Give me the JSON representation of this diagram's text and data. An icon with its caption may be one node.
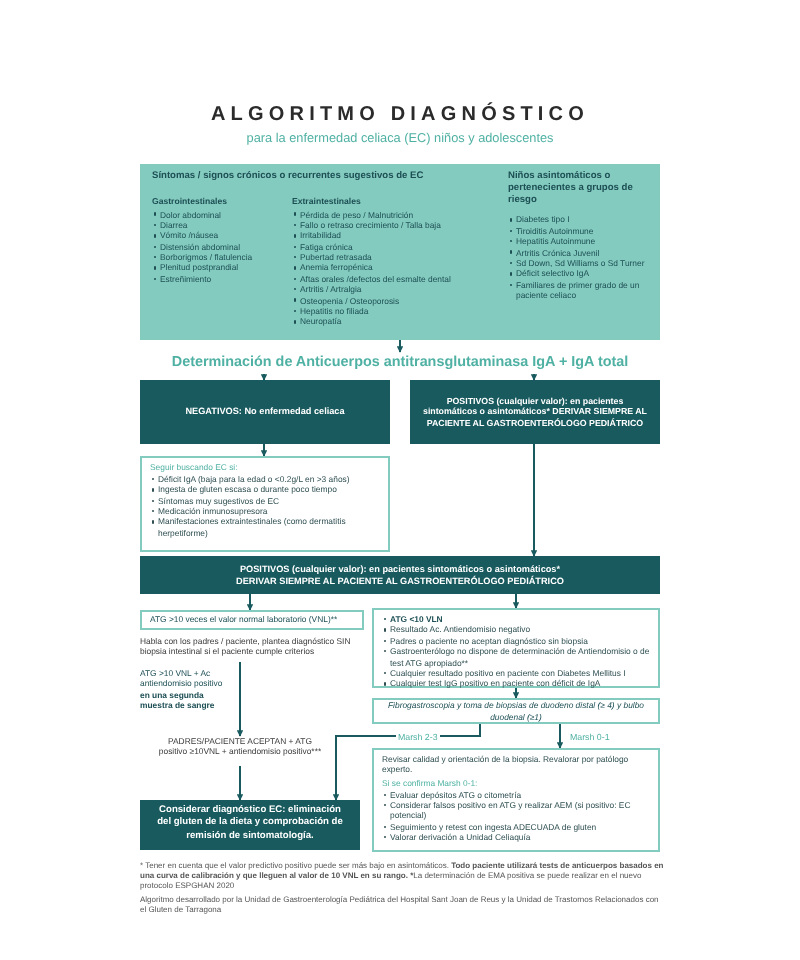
{
  "diagram": {
    "title": "ALGORITMO DIAGNÓSTICO",
    "caption": "para la enfermedad celiaca (EC) niños y adolescentes",
    "nodes": [
      {
        "text": [
          "Síntomas / signos crónicos o recurrentes sugestivos de EC",
          "Gastrointestinales",
          "Dolor abdominal",
          "Diarrea",
          "Vómito /náusea",
          "Distensión abdominal",
          "Borborigmos / flatulencia",
          "Plenitud postprandial",
          "Estreñimiento",
          "Extraintestinales",
          "Pérdida de peso / Malnutrición",
          "Fallo o retraso crecimiento / Talla baja",
          "Irritabilidad",
          "Fatiga crónica",
          "Pubertad retrasada",
          "Anemia ferropénica",
          "Aftas orales /defectos del esmalte dental",
          "Artritis / Artralgia",
          "Osteopenia / Osteoporosis",
          "Hepatitis no filiada",
          "Neuropatía",
          "Niños asintomáticos o pertenecientes a grupos de riesgo",
          "Diabetes tipo I",
          "Tiroiditis Autoinmune",
          "Hepatitis Autoinmune",
          "Artritis Crónica Juvenil",
          "Sd Down, Sd Williams o Sd Turner",
          "Déficit selectivo IgA",
          "Familiares de primer grado de un paciente celiaco"
        ]
      },
      {
        "text": [
          "Determinación de Anticuerpos antitransglutaminasa IgA + IgA total"
        ]
      },
      {
        "text": [
          "NEGATIVOS: No enfermedad celiaca"
        ]
      },
      {
        "text": [
          "POSITIVOS (cualquier valor): en pacientes sintomáticos o asintomáticos* DERIVAR SIEMPRE AL PACIENTE AL GASTROENTERÓLOGO PEDIÁTRICO"
        ]
      },
      {
        "text": [
          "Seguir buscando EC si:",
          "Déficit IgA (baja para la edad o <0.2g/L en >3 años)",
          "Ingesta de gluten escasa o durante poco tiempo",
          "Síntomas muy sugestivos de EC",
          "Medicación inmunosupresora",
          "Manifestaciones extraintestinales (como dermatitis herpetiforme)"
        ]
      },
      {
        "text": [
          "POSITIVOS (cualquier valor): en pacientes sintomáticos o asintomáticos*",
          "DERIVAR SIEMPRE AL PACIENTE AL GASTROENTERÓLOGO PEDIÁTRICO"
        ]
      },
      {
        "text": [
          "ATG >10 veces el valor normal laboratorio (VNL)**"
        ]
      },
      {
        "text": [
          "Habla con los padres / paciente, plantea diagnóstico SIN biopsia intestinal si el paciente cumple criterios"
        ]
      },
      {
        "text": [
          "PADRES/PACIENTE ACEPTAN + ATG positivo ≥10VNL + antiendomisio positivo***"
        ]
      },
      {
        "text": [
          "Considerar diagnóstico EC: eliminación del gluten de la dieta y comprobación de remisión de sintomatología."
        ]
      },
      {
        "text": [
          "ATG <10 VLN",
          "Resultado Ac. Antiendomisio negativo",
          "Padres o paciente no aceptan diagnóstico sin biopsia",
          "Gastroenterólogo no dispone de determinación de Antiendomisio o de test ATG apropiado**",
          "Cualquier resultado positivo en paciente con Diabetes Mellitus I",
          "Cualquier test IgG positivo en paciente con déficit de IgA"
        ]
      },
      {
        "text": [
          "Fibrogastroscopia y toma de biopsias de duodeno distal (≥ 4) y bulbo duodenal (≥1)"
        ]
      },
      {
        "text": [
          "Revisar calidad y orientación de la biopsia. Revalorar por patólogo experto.",
          "Si se confirma Marsh 0-1:",
          "Evaluar depósitos ATG o citometría",
          "Considerar falsos positivo en ATG y realizar AEM (si positivo: EC potencial)",
          "Seguimiento y retest con ingesta ADECUADA de gluten",
          "Valorar derivación a Unidad Celiaquía"
        ]
      }
    ],
    "edges": [
      {
        "from": 0,
        "to": 1,
        "arrow": "to"
      },
      {
        "from": 1,
        "to": 2,
        "arrow": "to"
      },
      {
        "from": 1,
        "to": 3,
        "arrow": "to"
      },
      {
        "from": 2,
        "to": 4,
        "arrow": "to"
      },
      {
        "from": 3,
        "to": 5,
        "arrow": "to"
      },
      {
        "from": 5,
        "to": 6,
        "arrow": "to"
      },
      {
        "from": 5,
        "to": 10,
        "arrow": "to"
      },
      {
        "from": 7,
        "to": 8,
        "arrow": "to"
      },
      {
        "from": 8,
        "to": 9,
        "arrow": "to"
      },
      {
        "from": 10,
        "to": 11,
        "arrow": "to"
      },
      {
        "from": 11,
        "to": 9,
        "arrow": "to",
        "label": "Marsh 2-3"
      },
      {
        "from": 11,
        "to": 12,
        "arrow": "to",
        "label": "Marsh 0-1"
      }
    ],
    "labels": [
      "ATG >10 VNL + Ac antiendomisio positivo **en una segunda muestra de sangre**",
      "* Tener en cuenta que el valor predictivo positivo puede ser más bajo en asintomáticos.   **Todo paciente utilizará tests de anticuerpos basados en una curva de calibración y que lleguen al valor de 10 VNL en su rango.   ***La determinación de EMA positiva se puede realizar en el nuevo protocolo ESPGHAN 2020",
      "Algoritmo desarrollado por la Unidad de Gastroenterología Pediátrica del Hospital Sant Joan de Reus y la Unidad de Trastornos Relacionados con el Gluten de Tarragona"
    ]
  }
}
